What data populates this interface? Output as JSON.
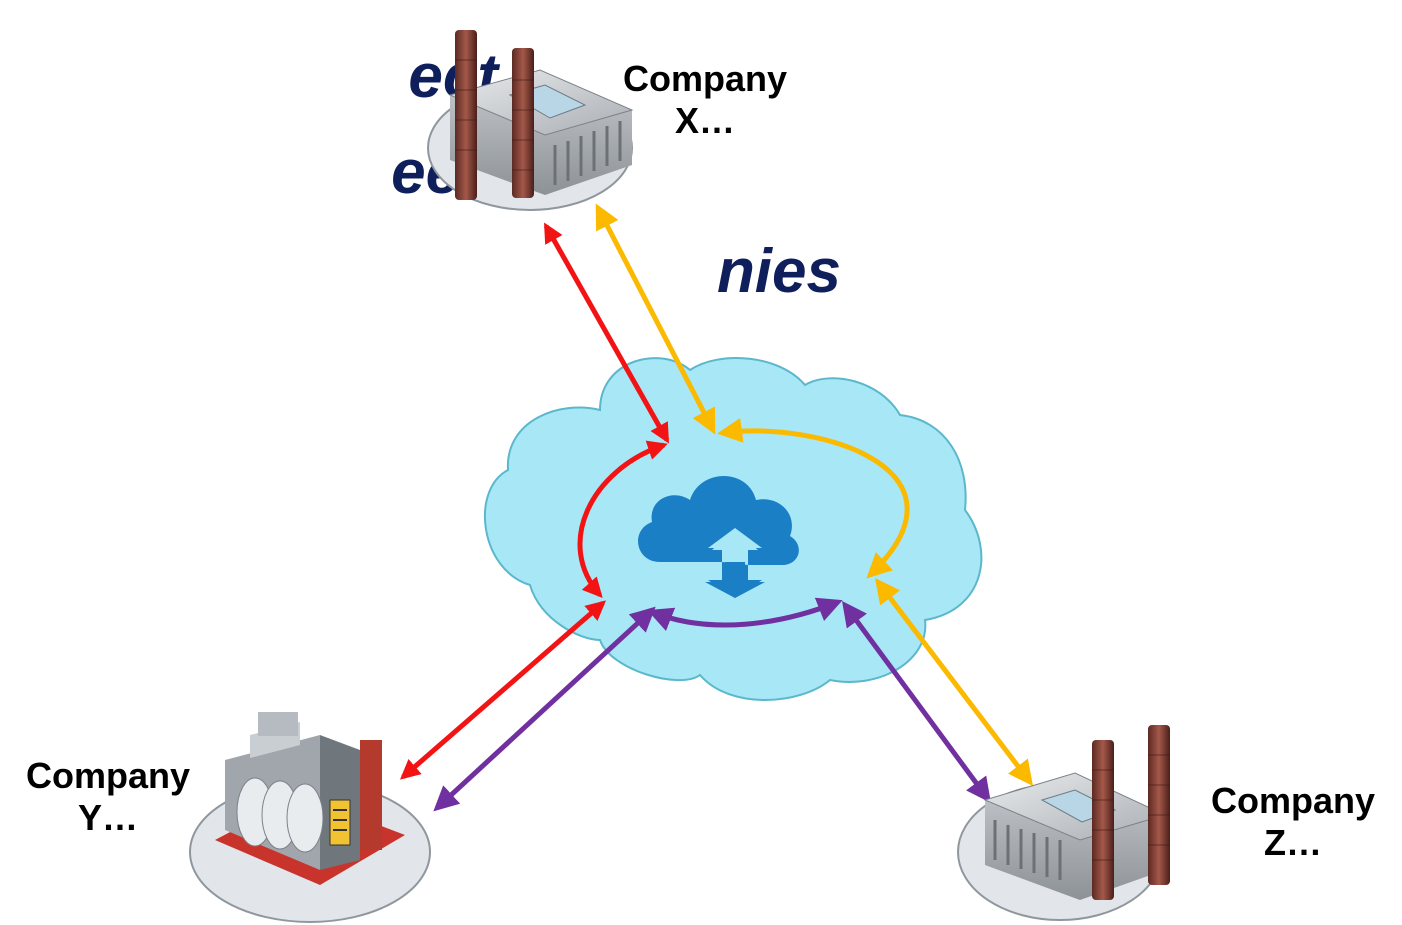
{
  "title": {
    "lines": [
      "ect",
      "een",
      "nies"
    ]
  },
  "companies": {
    "x": {
      "name": "Company",
      "suffix": "X…"
    },
    "y": {
      "name": "Company",
      "suffix": "Y…"
    },
    "z": {
      "name": "Company",
      "suffix": "Z…"
    }
  },
  "colors": {
    "title": "#0e1f5b",
    "cloud_fill": "#a8e7f6",
    "cloud_stroke": "#5bb7cc",
    "cloud_icon": "#1a7fc4",
    "link_red": "#f21414",
    "link_yellow": "#fbb900",
    "link_purple": "#7030a0",
    "platform_fill": "#e2e6ea",
    "platform_stroke": "#8f979e"
  },
  "icons": {
    "hub": "cloud-upload-download-icon",
    "company_x": "factory-icon",
    "company_y": "power-plant-icon",
    "company_z": "factory-icon"
  }
}
